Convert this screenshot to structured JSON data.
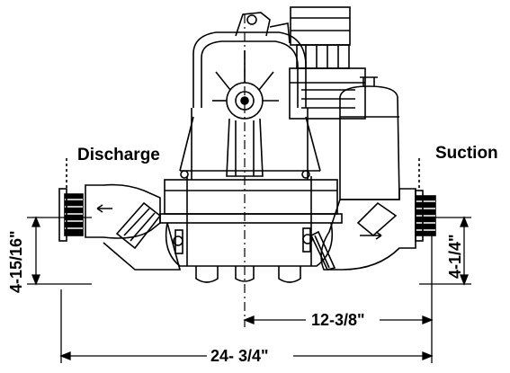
{
  "diagram": {
    "labels": {
      "discharge": "Discharge",
      "suction": "Suction"
    },
    "dimensions": {
      "overall_width": "24- 3/4\"",
      "center_to_suction": "12-3/8\"",
      "discharge_height": "4-15/16\"",
      "suction_height": "4-1/4\""
    }
  }
}
